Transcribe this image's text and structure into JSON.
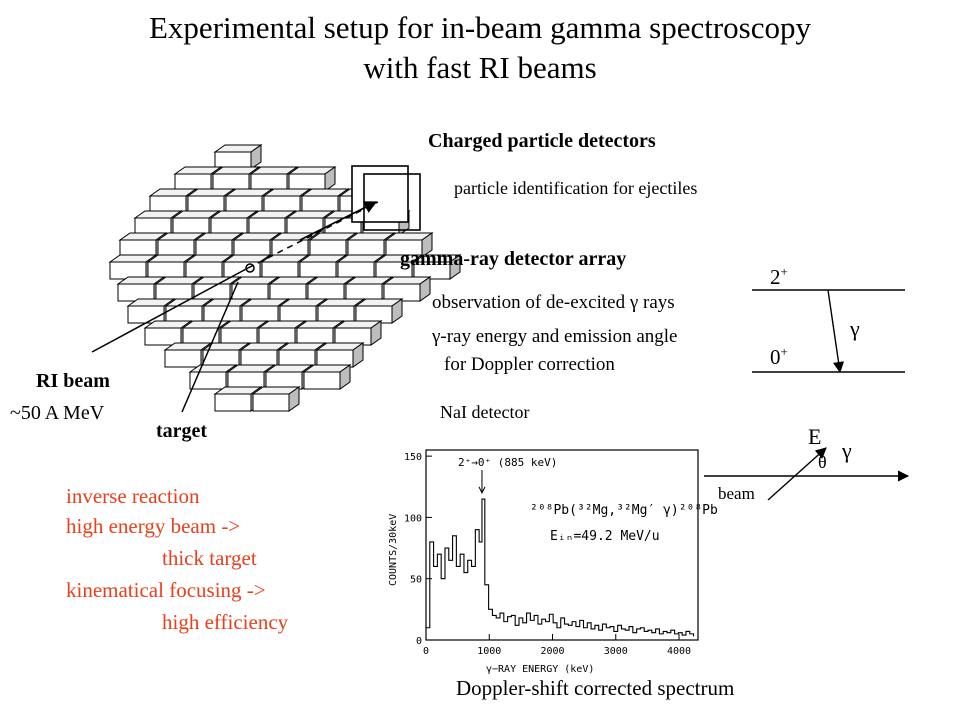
{
  "title": {
    "line1": "Experimental setup for in-beam gamma spectroscopy",
    "line2": "with fast RI beams"
  },
  "charged": {
    "heading": "Charged particle detectors",
    "desc": "particle identification for ejectiles"
  },
  "gamma_array": {
    "heading": "gamma-ray detector array",
    "line1": "observation of de-excited γ rays",
    "line2": "γ-ray energy and emission angle",
    "line3": "for Doppler correction"
  },
  "labels": {
    "ri_beam": "RI beam",
    "energy": "~50 A MeV",
    "target": "target",
    "nai": "NaI detector"
  },
  "level_scheme": {
    "upper": "2",
    "upper_sup": "+",
    "lower": "0",
    "lower_sup": "+",
    "transition": "γ"
  },
  "kinematics": {
    "e_label": "E",
    "theta_label": "θ",
    "gamma_label": "γ",
    "beam_label": "beam"
  },
  "notes": [
    "inverse reaction",
    "high energy beam ->",
    "thick target",
    "kinematical focusing ->",
    "high efficiency"
  ],
  "spectrum": {
    "caption": "Doppler-shift corrected spectrum",
    "ylabel": "COUNTS/30keV",
    "xlabel": "γ−RAY ENERGY (keV)",
    "peak_label": "2⁺→0⁺ (885 keV)",
    "reaction": "²⁰⁸Pb(³²Mg,³²Mg′ γ)²⁰⁸Pb",
    "beam_energy": "Eᵢₙ=49.2 MeV/u",
    "ytick_labels": [
      "0",
      "50",
      "100",
      "150"
    ],
    "xtick_labels": [
      "0",
      "1000",
      "2000",
      "3000",
      "4000"
    ],
    "chart_data": {
      "type": "line",
      "x": [
        0,
        60,
        120,
        180,
        240,
        300,
        360,
        420,
        480,
        540,
        600,
        660,
        720,
        780,
        840,
        885,
        930,
        990,
        1050,
        1110,
        1170,
        1230,
        1290,
        1350,
        1410,
        1470,
        1530,
        1590,
        1650,
        1710,
        1770,
        1830,
        1890,
        1950,
        2010,
        2070,
        2130,
        2190,
        2250,
        2310,
        2370,
        2430,
        2490,
        2550,
        2610,
        2670,
        2730,
        2790,
        2850,
        2910,
        2970,
        3030,
        3090,
        3150,
        3210,
        3270,
        3330,
        3390,
        3450,
        3510,
        3570,
        3630,
        3690,
        3750,
        3810,
        3870,
        3930,
        3990,
        4050,
        4110,
        4170,
        4230
      ],
      "y": [
        10,
        80,
        60,
        70,
        50,
        75,
        65,
        85,
        60,
        70,
        55,
        65,
        60,
        90,
        80,
        115,
        45,
        25,
        20,
        18,
        22,
        15,
        19,
        20,
        12,
        18,
        14,
        22,
        16,
        20,
        13,
        17,
        15,
        21,
        14,
        10,
        18,
        13,
        12,
        15,
        11,
        16,
        10,
        14,
        9,
        12,
        8,
        13,
        10,
        11,
        7,
        12,
        9,
        8,
        11,
        6,
        9,
        10,
        7,
        8,
        6,
        9,
        5,
        7,
        6,
        8,
        5,
        6,
        4,
        7,
        5,
        3
      ],
      "xlim": [
        0,
        4300
      ],
      "ylim": [
        0,
        155
      ]
    }
  }
}
